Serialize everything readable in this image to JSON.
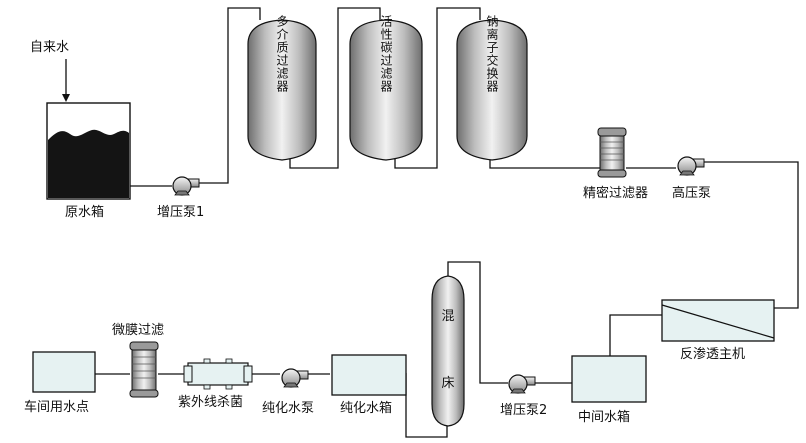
{
  "labels": {
    "tap_water": "自来水",
    "raw_tank": "原水箱",
    "booster_pump_1": "增压泵1",
    "multimedia_filter": "多介质过滤器",
    "carbon_filter": "活性碳过滤器",
    "softener": "钠离子交换器",
    "precision_filter": "精密过滤器",
    "high_pressure_pump": "高压泵",
    "ro_unit": "反渗透主机",
    "intermediate_tank": "中间水箱",
    "booster_pump_2": "增压泵2",
    "mixed_bed_top": "混",
    "mixed_bed_bottom": "床",
    "pure_tank": "纯化水箱",
    "pure_pump": "纯化水泵",
    "uv_sterilizer": "紫外线杀菌",
    "micro_filter": "微膜过滤",
    "use_point": "车间用水点"
  },
  "colors": {
    "tank_fill": "#e6f2f2",
    "line": "#111111",
    "vessel_dark": "#6e6e6e",
    "vessel_light": "#eeeeee",
    "raw_water": "#141414"
  }
}
